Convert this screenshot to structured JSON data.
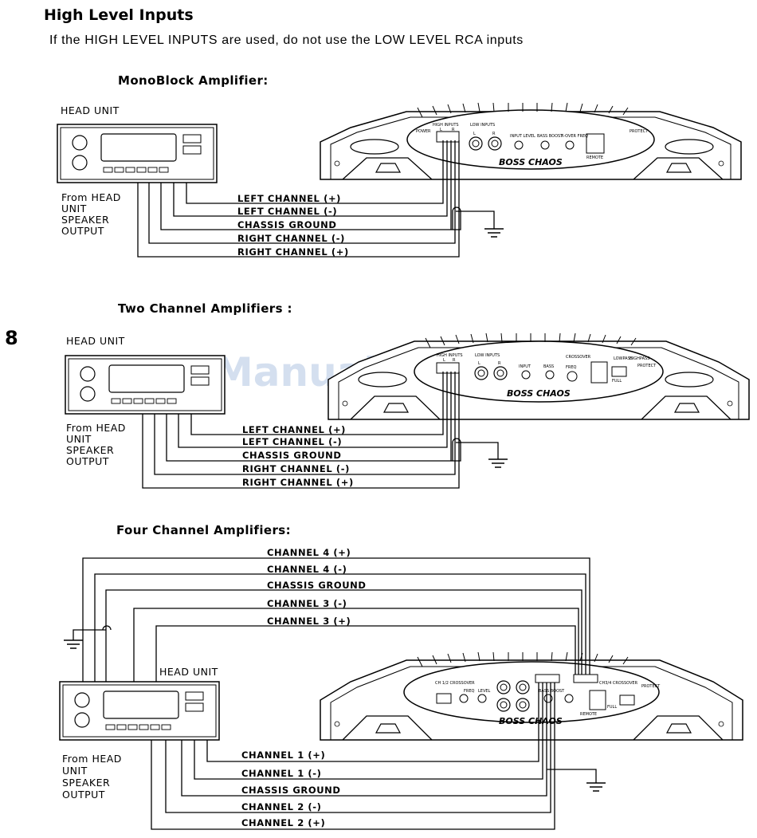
{
  "header": {
    "title": "High Level Inputs",
    "subtitle": "If the HIGH LEVEL INPUTS are used, do not use the LOW LEVEL RCA inputs"
  },
  "page_number": "8",
  "watermark": "ManualsLib.com",
  "brand": "BOSS CHAOS",
  "sections": {
    "mono": {
      "heading": "MonoBlock Amplifier:",
      "head_unit": "HEAD UNIT",
      "from_label": [
        "From HEAD",
        "UNIT",
        "SPEAKER",
        "OUTPUT"
      ],
      "wires": [
        "LEFT CHANNEL (+)",
        "LEFT CHANNEL (-)",
        "CHASSIS GROUND",
        "RIGHT CHANNEL (-)",
        "RIGHT CHANNEL (+)"
      ],
      "amp_labels": [
        "HIGH INPUTS",
        "LOW INPUTS",
        "L",
        "R",
        "L",
        "R",
        "INPUT LEVEL",
        "BASS BOOST",
        "X-OVER FREQ",
        "POWER",
        "PROTECT",
        "REMOTE"
      ]
    },
    "two": {
      "heading": "Two Channel Amplifiers :",
      "head_unit": "HEAD UNIT",
      "from_label": [
        "From HEAD",
        "UNIT",
        "SPEAKER",
        "OUTPUT"
      ],
      "wires": [
        "LEFT CHANNEL (+)",
        "LEFT CHANNEL (-)",
        "CHASSIS GROUND",
        "RIGHT CHANNEL (-)",
        "RIGHT CHANNEL (+)"
      ],
      "amp_labels": [
        "HIGH INPUTS",
        "LOW INPUTS",
        "L",
        "R",
        "L",
        "R",
        "INPUT",
        "BASS",
        "CROSSOVER",
        "FREQ",
        "LOWPASS",
        "HIGHPASS",
        "PROTECT",
        "FULL"
      ]
    },
    "four": {
      "heading": "Four Channel Amplifiers:",
      "head_unit": "HEAD UNIT",
      "from_label": [
        "From HEAD",
        "UNIT",
        "SPEAKER",
        "OUTPUT"
      ],
      "top_wires": [
        "CHANNEL 4 (+)",
        "CHANNEL 4 (-)",
        "CHASSIS GROUND",
        "CHANNEL 3 (-)",
        "CHANNEL 3 (+)"
      ],
      "bottom_wires": [
        "CHANNEL 1 (+)",
        "CHANNEL 1 (-)",
        "CHASSIS GROUND",
        "CHANNEL  2 (-)",
        "CHANNEL  2 (+)"
      ],
      "amp_labels": [
        "CH 1/2 CROSSOVER",
        "CH3/4 CROSSOVER",
        "FREQ",
        "LEVEL",
        "BASS BOOST",
        "FULL",
        "REMOTE",
        "PROTECT"
      ]
    }
  }
}
